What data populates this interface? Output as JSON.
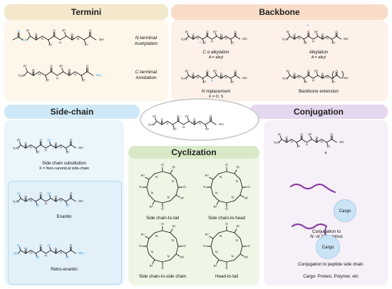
{
  "colors": {
    "termini_bg": "#fdf6e9",
    "termini_header": "#f3e7cc",
    "backbone_bg": "#fdf1ea",
    "backbone_header": "#f8dcc9",
    "sidechain_bg": "#eaf5fc",
    "sidechain_header": "#cfe8f7",
    "cyclization_bg": "#eff6e6",
    "cyclization_header": "#d9e9c8",
    "conjugation_bg": "#f6f0f9",
    "conjugation_header": "#e4d7ee",
    "highlight": "#3a9fd8",
    "tether": "#8a3ea0",
    "cargo": "#cbe4f5"
  },
  "panels": {
    "termini": {
      "title": "Termini",
      "items": [
        {
          "label_prefix": "N",
          "label_rest": "-terminal",
          "label_line2": "Acetylation"
        },
        {
          "label_prefix": "C",
          "label_rest": "-terminal",
          "label_line2": "Amidation"
        }
      ]
    },
    "backbone": {
      "title": "Backbone",
      "items": [
        {
          "line1": "C α alkylation",
          "line2": "A = alkyl"
        },
        {
          "line1": "Alkylation",
          "line2": "A = alkyl"
        },
        {
          "line1_italic": "N",
          "line1_rest": " replacement",
          "line2": "X = O, S"
        },
        {
          "line1": "Backbone extension",
          "line2": ""
        }
      ]
    },
    "sidechain": {
      "title": "Side-chain",
      "items": [
        {
          "line1": "Side chain substitution",
          "line2": "X = Non-canonical side-chain"
        },
        {
          "line1": "Enantio",
          "line2": ""
        },
        {
          "line1": "Retro-enantio",
          "line2": ""
        }
      ]
    },
    "cyclization": {
      "title": "Cyclization",
      "items": [
        {
          "label": "Side chain-to-tail"
        },
        {
          "label": "Side chain-to-head"
        },
        {
          "label": "Side chain-to-side chain"
        },
        {
          "label": "Head-to-tail"
        }
      ]
    },
    "conjugation": {
      "title": "Conjugation",
      "molecule_label": "a",
      "items": [
        {
          "cargo": "Cargo",
          "line1": "Conjugation to",
          "line2_a": "N",
          "line2_b": "- or ",
          "line2_c": "C",
          "line2_d": "-terminus"
        },
        {
          "cargo": "Cargo",
          "line1": "Conjugation to peptide side chain"
        }
      ],
      "footer": "Cargo: Protein, Polymer, etc"
    }
  },
  "atoms": {
    "r1": "R¹",
    "r2": "R²",
    "r3": "R³",
    "r4": "R⁴",
    "h2n": "H₂N",
    "nh2": "NH₂",
    "oh": "OH",
    "o": "O",
    "n": "N",
    "h": "H",
    "a": "A",
    "x": "X"
  }
}
